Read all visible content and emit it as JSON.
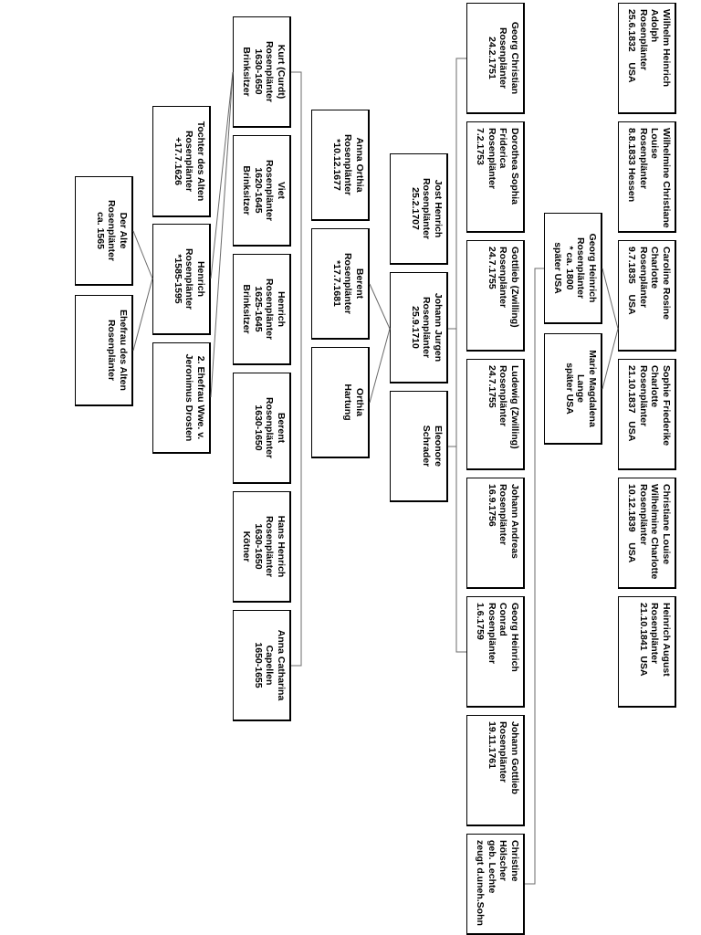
{
  "people": {
    "der_alte": [
      "Der Alte",
      "Rosenplänter",
      "ca. 1565"
    ],
    "ehefrau_alte": [
      "Ehefrau des Alten",
      "Rosenplänter"
    ],
    "tochter_alten": [
      "Tochter des Alten",
      "Rosenplänter",
      "+17.7.1626"
    ],
    "henrich_1585": [
      "Henrich",
      "Rosenplänter",
      "*1585-1595"
    ],
    "zweite_ehefrau": [
      "2. Ehefrau Wwe. v.",
      "Jeronimus Drosten"
    ],
    "kurt": [
      "Kurt (Curdt)",
      "Rosenplänter",
      "1630-1650",
      "Brinksitzer"
    ],
    "viet": [
      "Viet",
      "Rosenplänter",
      "1620-1645",
      "Brinksitzer"
    ],
    "henrich_1625": [
      "Henrich",
      "Rosenplänter",
      "1625-1645",
      "Brinksitzer"
    ],
    "berent_1630": [
      "Berent",
      "Rosenplänter",
      "1630-1650"
    ],
    "hans_henrich": [
      "Hans Henrich",
      "Rosenplänter",
      "1630-1650",
      "Kötner"
    ],
    "anna_catharina": [
      "Anna Catharina",
      "Capellen",
      "1650-1655"
    ],
    "anna_orthia": [
      "Anna Orthia",
      "Rosenplänter",
      "*10.12.1677"
    ],
    "berent_1681": [
      "Berent",
      "Rosenplänter",
      "*17.7.1681"
    ],
    "orthia_hartung": [
      "Orthia",
      "Hartung"
    ],
    "jost_henrich": [
      "Jost Henrich",
      "Rosenplänter",
      "25.2.1707"
    ],
    "johann_jurgen": [
      "Johann Jurgen",
      "Rosenplänter",
      "25.9.1710"
    ],
    "eleonore": [
      "Eleonore",
      "Schrader"
    ],
    "georg_christian": [
      "Georg Christian",
      "Rosenplänter",
      "24.2.1751"
    ],
    "dorothea": [
      "Dorothea Sophia",
      "Friderica",
      "Rosenplänter",
      "7.2.1753"
    ],
    "gottlieb": [
      "Gottlieb (Zwilling)",
      "Rosenplänter",
      "24.7.1755"
    ],
    "ludewig": [
      "Ludewig (Zwilling)",
      "Rosenplänter",
      "24.7.1755"
    ],
    "johann_andreas": [
      "Johann Andreas",
      "Rosenplänter",
      "16.9.1756"
    ],
    "georg_heinrich_1759": [
      "Georg Heinrich",
      "Conrad",
      "Rosenplänter",
      "1.6.1759"
    ],
    "johann_gottlieb": [
      "Johann Gottlieb",
      "Rosenplänter",
      "19.11.1761"
    ],
    "christine": [
      "Christine",
      "Hölscher",
      "geb. Lechte",
      "zeugt d.uneh.Sohn"
    ],
    "georg_heinrich_1800": [
      "Georg Heinrich",
      "Rosenplänter",
      "* ca. 1800",
      "später USA"
    ],
    "marie_magdalena": [
      "Marie Magdalena",
      "Lange",
      "später USA"
    ],
    "wilhelm": [
      "Wilhelm Heinrich",
      "Adolph",
      "Rosenplänter",
      "25.6.1832    USA"
    ],
    "wilhelmine": [
      "Wilhelmine Christiane",
      "Louise",
      "Rosenplänter",
      "8.8.1833 Hessen"
    ],
    "caroline": [
      "Caroline Rosine",
      "Charlotte",
      "Rosenplänter",
      "9.7.1835    USA"
    ],
    "sophie": [
      "Sophie Friederike",
      "Charlotte",
      "Rosenplänter",
      "21.10.1837   USA"
    ],
    "christiane": [
      "Christiane Louise",
      "Wilhelmine Charlotte",
      "Rosenplänter",
      "10.12.1839    USA"
    ],
    "heinrich_august": [
      "Heinrich August",
      "Rosenplänter",
      "21.10.1841  USA"
    ]
  },
  "colors": {
    "line": "#6b6b6b",
    "border": "#000000",
    "text": "#000000"
  }
}
